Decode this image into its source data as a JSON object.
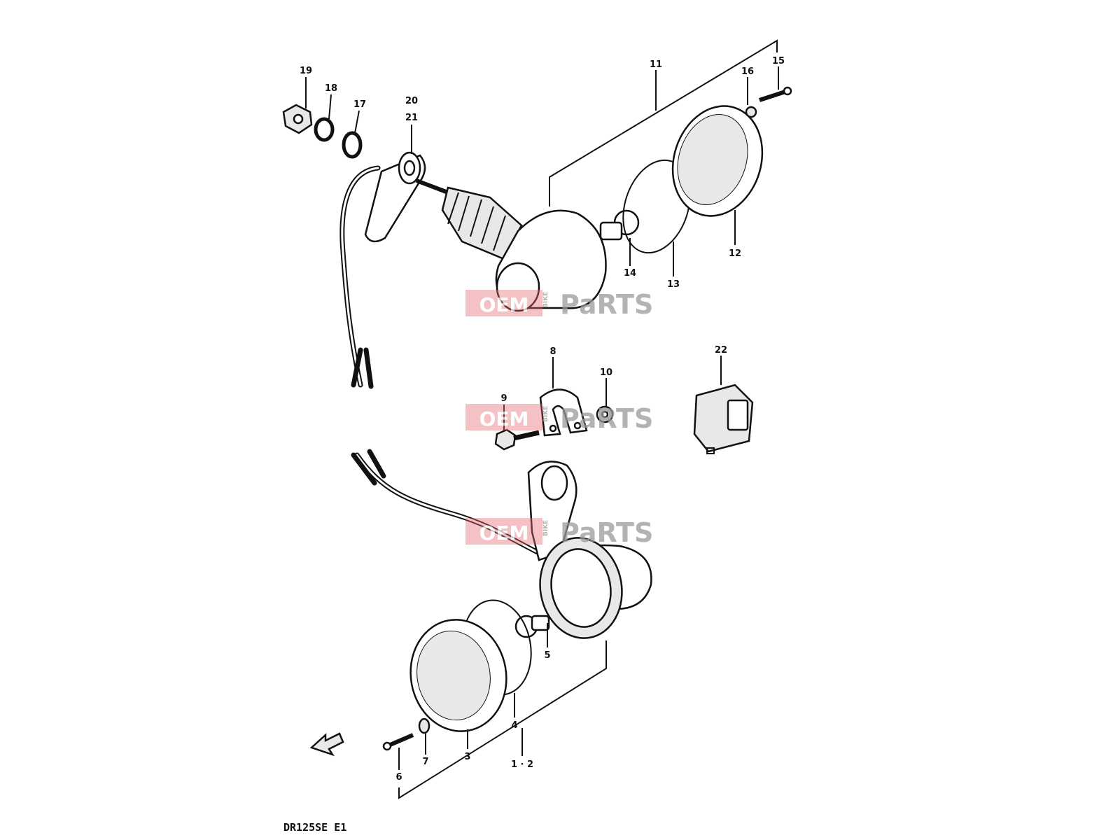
{
  "diagram_code": "DR125SE E1",
  "labels": {
    "p1_2": "1 · 2",
    "p3": "3",
    "p4": "4",
    "p5": "5",
    "p6": "6",
    "p7": "7",
    "p8": "8",
    "p9": "9",
    "p10": "10",
    "p11": "11",
    "p12": "12",
    "p13": "13",
    "p14": "14",
    "p15": "15",
    "p16": "16",
    "p17": "17",
    "p18": "18",
    "p19": "19",
    "p20": "20",
    "p21": "21",
    "p22": "22"
  },
  "watermark": {
    "oem": "OEM",
    "bike": "BIKE",
    "parts": "PaRTS"
  },
  "colors": {
    "watermark_red": "#e56a72",
    "watermark_grey": "#9a9a9a"
  }
}
